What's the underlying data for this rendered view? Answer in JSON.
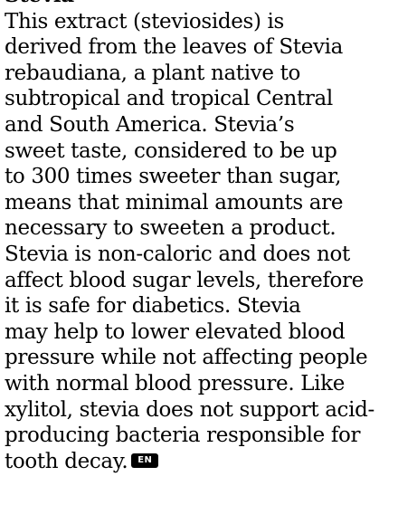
{
  "article": {
    "heading": "Stevia",
    "lines": [
      "This extract (steviosides) is",
      "derived from the leaves of Stevia",
      "rebaudiana, a plant native to",
      "subtropical and tropical Central",
      "and South America. Stevia’s",
      "sweet taste, considered to be up",
      "to 300 times sweeter than sugar,",
      "means that minimal amounts are",
      "necessary to sweeten a product.",
      "Stevia is non-caloric and does not",
      "affect blood sugar levels, therefore",
      "it is safe for diabetics. Stevia",
      "may help to lower elevated blood",
      "pressure while not affecting people",
      "with normal blood pressure. Like",
      "xylitol, stevia does not support acid-",
      "producing bacteria responsible for",
      "tooth decay."
    ],
    "language_badge": "EN"
  }
}
